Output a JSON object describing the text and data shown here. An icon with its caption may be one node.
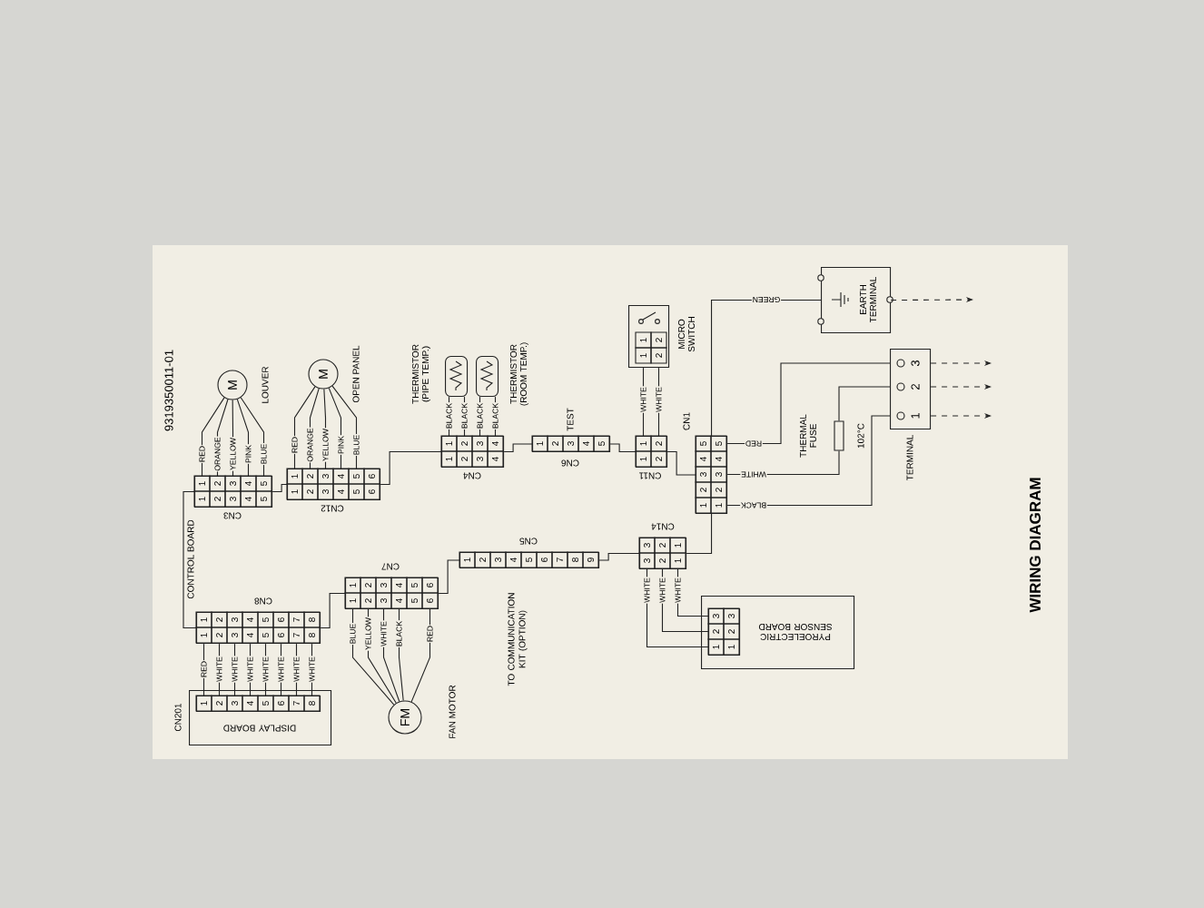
{
  "diagram": {
    "nodes": [
      {
        "text": [
          "M"
        ],
        "beside": [
          "LOUVER"
        ]
      },
      {
        "text": [
          "1",
          "2",
          "3",
          "4",
          "5",
          "1",
          "2",
          "3",
          "4",
          "5"
        ],
        "beside": [
          "CN3"
        ]
      },
      {
        "text": [
          "M"
        ],
        "beside": [
          "OPEN PANEL"
        ]
      },
      {
        "text": [
          "1",
          "2",
          "3",
          "4",
          "5",
          "6",
          "1",
          "2",
          "3",
          "4",
          "5",
          "6"
        ],
        "beside": [
          "CN12"
        ]
      },
      {
        "text": [],
        "shape": "box",
        "beside": [
          "THERMISTOR (PIPE TEMP.)"
        ]
      },
      {
        "text": [],
        "shape": "box",
        "beside": [
          "THERMISTOR (ROOM TEMP.)"
        ]
      },
      {
        "text": [
          "1",
          "2",
          "3",
          "4",
          "1",
          "2",
          "3",
          "4"
        ],
        "beside": [
          "CN4"
        ]
      },
      {
        "text": [
          "1",
          "2",
          "3",
          "4",
          "5"
        ],
        "beside": [
          "TEST",
          "CN6"
        ]
      },
      {
        "text": [
          "1",
          "2",
          "1",
          "2"
        ],
        "beside": [
          "MICRO SWITCH"
        ]
      },
      {
        "text": [
          "1",
          "2",
          "1",
          "2"
        ],
        "beside": [
          "CN11"
        ]
      },
      {
        "text": [
          "5",
          "4",
          "3",
          "2",
          "1",
          "5",
          "4",
          "3",
          "2",
          "1"
        ],
        "beside": [
          "CN1"
        ]
      },
      {
        "text": [
          "EARTH TERMINAL"
        ]
      },
      {
        "text": [
          "3",
          "2",
          "1"
        ],
        "beside": [
          "TERMINAL"
        ]
      },
      {
        "text": [
          "THERMAL FUSE"
        ],
        "beside": [
          "102°C"
        ]
      },
      {
        "text": [
          "3",
          "2",
          "1",
          "3",
          "2",
          "1"
        ],
        "beside": [
          "CN14"
        ]
      },
      {
        "text": [
          "PYROELECTRIC SENSOR BOARD"
        ]
      },
      {
        "text": [
          "3",
          "2",
          "1",
          "3",
          "2",
          "1"
        ],
        "in": 15
      },
      {
        "text": [
          "1",
          "2",
          "3",
          "4",
          "5",
          "6",
          "7",
          "8",
          "9"
        ],
        "beside": [
          "CN5"
        ]
      },
      {
        "text": [
          "FM"
        ],
        "beside": [
          "FAN MOTOR"
        ]
      },
      {
        "text": [
          "1",
          "2",
          "3",
          "4",
          "5",
          "6",
          "1",
          "2",
          "3",
          "4",
          "5",
          "6"
        ],
        "beside": [
          "CN7"
        ]
      },
      {
        "text": [
          "1",
          "2",
          "3",
          "4",
          "5",
          "6",
          "7",
          "8",
          "1",
          "2",
          "3",
          "4",
          "5",
          "6",
          "7",
          "8"
        ],
        "beside": [
          "CN8"
        ]
      },
      {
        "text": [
          "DISPLAY BOARD"
        ],
        "beside": [
          "CN201"
        ]
      },
      {
        "text": [
          "1",
          "2",
          "3",
          "4",
          "5",
          "6",
          "7",
          "8"
        ],
        "in": 21
      }
    ],
    "edges": [
      {
        "from": 0,
        "to": 1,
        "arrow": "none",
        "label": "RED"
      },
      {
        "from": 0,
        "to": 1,
        "arrow": "none",
        "label": "ORANGE"
      },
      {
        "from": 0,
        "to": 1,
        "arrow": "none",
        "label": "YELLOW"
      },
      {
        "from": 0,
        "to": 1,
        "arrow": "none",
        "label": "PINK"
      },
      {
        "from": 0,
        "to": 1,
        "arrow": "none",
        "label": "BLUE"
      },
      {
        "from": 2,
        "to": 3,
        "arrow": "none",
        "label": "RED"
      },
      {
        "from": 2,
        "to": 3,
        "arrow": "none",
        "label": "ORANGE"
      },
      {
        "from": 2,
        "to": 3,
        "arrow": "none",
        "label": "YELLOW"
      },
      {
        "from": 2,
        "to": 3,
        "arrow": "none",
        "label": "PINK"
      },
      {
        "from": 2,
        "to": 3,
        "arrow": "none",
        "label": "BLUE"
      },
      {
        "from": 4,
        "to": 6,
        "arrow": "none",
        "label": "BLACK"
      },
      {
        "from": 4,
        "to": 6,
        "arrow": "none",
        "label": "BLACK"
      },
      {
        "from": 5,
        "to": 6,
        "arrow": "none",
        "label": "BLACK"
      },
      {
        "from": 5,
        "to": 6,
        "arrow": "none",
        "label": "BLACK"
      },
      {
        "from": 8,
        "to": 9,
        "arrow": "none",
        "label": "WHITE"
      },
      {
        "from": 8,
        "to": 9,
        "arrow": "none",
        "label": "WHITE"
      },
      {
        "from": 18,
        "to": 19,
        "arrow": "none",
        "label": "BLUE"
      },
      {
        "from": 18,
        "to": 19,
        "arrow": "none",
        "label": "YELLOW"
      },
      {
        "from": 18,
        "to": 19,
        "arrow": "none",
        "label": "WHITE"
      },
      {
        "from": 18,
        "to": 19,
        "arrow": "none",
        "label": "BLACK"
      },
      {
        "from": 18,
        "to": 19,
        "arrow": "none",
        "label": "RED"
      },
      {
        "from": 20,
        "to": 22,
        "arrow": "none",
        "label": "RED"
      },
      {
        "from": 20,
        "to": 22,
        "arrow": "none",
        "label": "WHITE"
      },
      {
        "from": 20,
        "to": 22,
        "arrow": "none",
        "label": "WHITE"
      },
      {
        "from": 20,
        "to": 22,
        "arrow": "none",
        "label": "WHITE"
      },
      {
        "from": 20,
        "to": 22,
        "arrow": "none",
        "label": "WHITE"
      },
      {
        "from": 20,
        "to": 22,
        "arrow": "none",
        "label": "WHITE"
      },
      {
        "from": 20,
        "to": 22,
        "arrow": "none",
        "label": "WHITE"
      },
      {
        "from": 20,
        "to": 22,
        "arrow": "none",
        "label": "WHITE"
      },
      {
        "from": 14,
        "to": 16,
        "arrow": "none",
        "label": "WHITE"
      },
      {
        "from": 14,
        "to": 16,
        "arrow": "none",
        "label": "WHITE"
      },
      {
        "from": 14,
        "to": 16,
        "arrow": "none",
        "label": "WHITE"
      },
      {
        "from": 10,
        "to": 11,
        "arrow": "none",
        "label": "GREEN"
      },
      {
        "from": 10,
        "to": 12,
        "arrow": "none",
        "label": "RED"
      },
      {
        "from": 10,
        "to": 13,
        "arrow": "none",
        "label": "WHITE"
      },
      {
        "from": 13,
        "to": 12,
        "arrow": "none"
      },
      {
        "from": 10,
        "to": 12,
        "arrow": "none",
        "label": "BLACK"
      },
      {
        "from": 11,
        "to": null,
        "arrow": "to",
        "style": "dashed"
      },
      {
        "from": 12,
        "to": null,
        "arrow": "to",
        "style": "dashed"
      },
      {
        "from": 12,
        "to": null,
        "arrow": "to",
        "style": "dashed"
      },
      {
        "from": 12,
        "to": null,
        "arrow": "to",
        "style": "dashed"
      },
      {
        "from": 1,
        "to": 3,
        "arrow": "none"
      },
      {
        "from": 3,
        "to": 6,
        "arrow": "none"
      },
      {
        "from": 6,
        "to": 7,
        "arrow": "none"
      },
      {
        "from": 7,
        "to": 9,
        "arrow": "none"
      },
      {
        "from": 9,
        "to": 10,
        "arrow": "none"
      },
      {
        "from": 1,
        "to": 20,
        "arrow": "none"
      },
      {
        "from": 20,
        "to": 19,
        "arrow": "none"
      },
      {
        "from": 19,
        "to": 17,
        "arrow": "none"
      },
      {
        "from": 17,
        "to": 14,
        "arrow": "none"
      },
      {
        "from": 14,
        "to": 10,
        "arrow": "none"
      }
    ],
    "title": "WIRING DIAGRAM",
    "labels": [
      "9319350011-01",
      "CONTROL BOARD",
      "TO COMMUNICATION KIT (OPTION)"
    ]
  }
}
